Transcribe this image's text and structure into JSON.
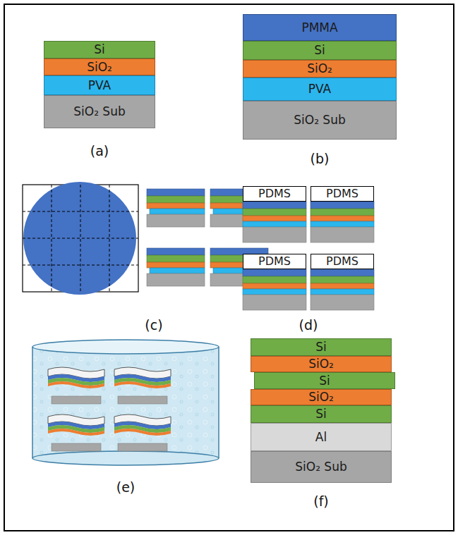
{
  "diagram": {
    "nodes": [
      {
        "text": [
          "Si"
        ]
      },
      {
        "text": [
          "SiO₂"
        ]
      },
      {
        "text": [
          "PVA"
        ]
      },
      {
        "text": [
          "SiO₂ Sub"
        ]
      },
      {
        "text": [
          "PMMA"
        ]
      },
      {
        "text": [
          "Si"
        ]
      },
      {
        "text": [
          "SiO₂"
        ]
      },
      {
        "text": [
          "PVA"
        ]
      },
      {
        "text": [
          "SiO₂ Sub"
        ]
      },
      {
        "text": [
          "PDMS"
        ]
      },
      {
        "text": [
          "PDMS"
        ]
      },
      {
        "text": [
          "PDMS"
        ]
      },
      {
        "text": [
          "PDMS"
        ]
      },
      {
        "text": [
          "Si"
        ]
      },
      {
        "text": [
          "SiO₂"
        ]
      },
      {
        "text": [
          "Si"
        ]
      },
      {
        "text": [
          "SiO₂"
        ]
      },
      {
        "text": [
          "Si"
        ]
      },
      {
        "text": [
          "Al"
        ]
      },
      {
        "text": [
          "SiO₂ Sub"
        ]
      }
    ],
    "labels": [
      "(a)",
      "(b)",
      "(c)",
      "(d)",
      "(e)",
      "(f)"
    ]
  }
}
